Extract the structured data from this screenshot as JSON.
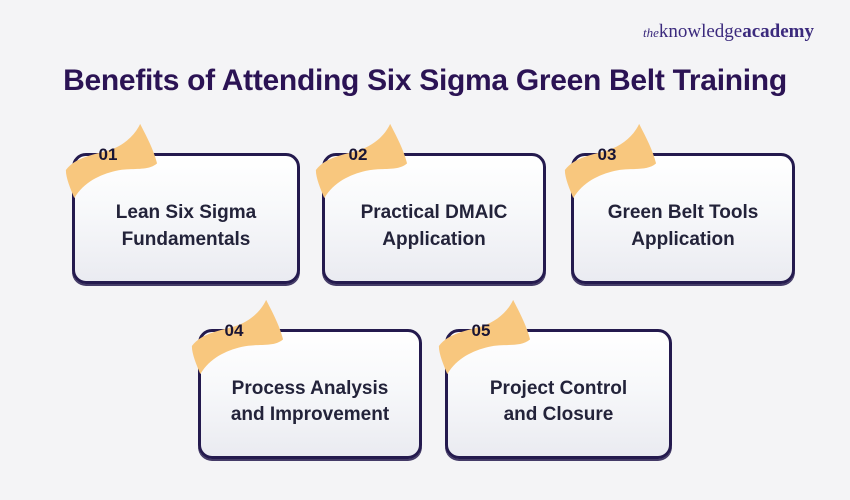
{
  "page": {
    "background_color": "#f4f4f6"
  },
  "brand": {
    "the": "the",
    "knowledge": "knowledge",
    "academy": "academy",
    "color": "#3b2a7d"
  },
  "title": {
    "text": "Benefits of Attending Six Sigma Green Belt Training",
    "color": "#2b1354"
  },
  "colors": {
    "ribbon": "#f8c77e",
    "card_border": "#241a4e",
    "card_gradient_top": "#ffffff",
    "card_gradient_bottom": "#eaebf1",
    "number_text": "#191434",
    "label_text": "#23233a"
  },
  "cards": [
    {
      "number": "01",
      "label": "Lean Six Sigma\nFundamentals"
    },
    {
      "number": "02",
      "label": "Practical DMAIC\nApplication"
    },
    {
      "number": "03",
      "label": "Green Belt Tools\nApplication"
    },
    {
      "number": "04",
      "label": "Process Analysis\nand Improvement"
    },
    {
      "number": "05",
      "label": "Project Control\nand Closure"
    }
  ]
}
